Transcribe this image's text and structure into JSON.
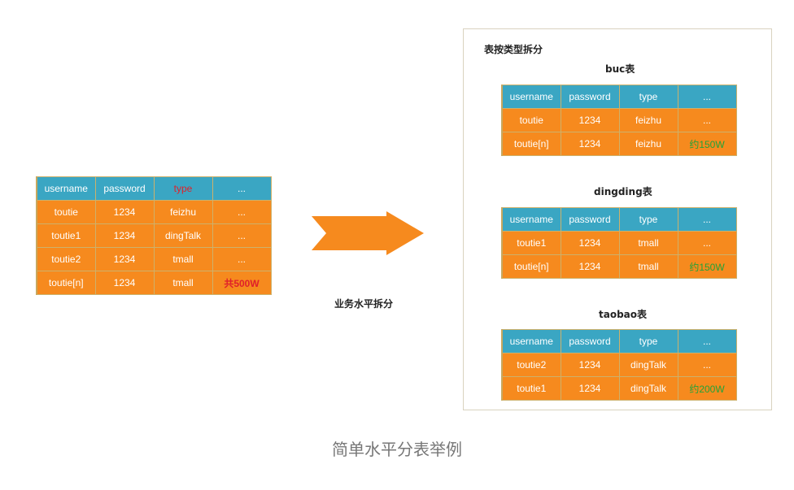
{
  "columns": [
    "username",
    "password",
    "type",
    "..."
  ],
  "source_table": {
    "rows": [
      [
        "toutie",
        "1234",
        "feizhu",
        "..."
      ],
      [
        "toutie1",
        "1234",
        "dingTalk",
        "..."
      ],
      [
        "toutie2",
        "1234",
        "tmall",
        "..."
      ],
      [
        "toutie[n]",
        "1234",
        "tmall",
        "共500W"
      ]
    ]
  },
  "split_label": "业务水平拆分",
  "panel": {
    "title": "表按类型拆分",
    "tables": [
      {
        "name": "buc表",
        "rows": [
          [
            "toutie",
            "1234",
            "feizhu",
            "..."
          ],
          [
            "toutie[n]",
            "1234",
            "feizhu",
            "约150W"
          ]
        ]
      },
      {
        "name": "dingding表",
        "rows": [
          [
            "toutie1",
            "1234",
            "tmall",
            "..."
          ],
          [
            "toutie[n]",
            "1234",
            "tmall",
            "约150W"
          ]
        ]
      },
      {
        "name": "taobao表",
        "rows": [
          [
            "toutie2",
            "1234",
            "dingTalk",
            "..."
          ],
          [
            "toutie1",
            "1234",
            "dingTalk",
            "约200W"
          ]
        ]
      }
    ]
  },
  "caption": "简单水平分表举例",
  "colors": {
    "header": "#3aa6c3",
    "row": "#f68a1e",
    "highlight_red": "#e0202a",
    "highlight_green": "#22a339",
    "arrow": "#f68a1e"
  }
}
